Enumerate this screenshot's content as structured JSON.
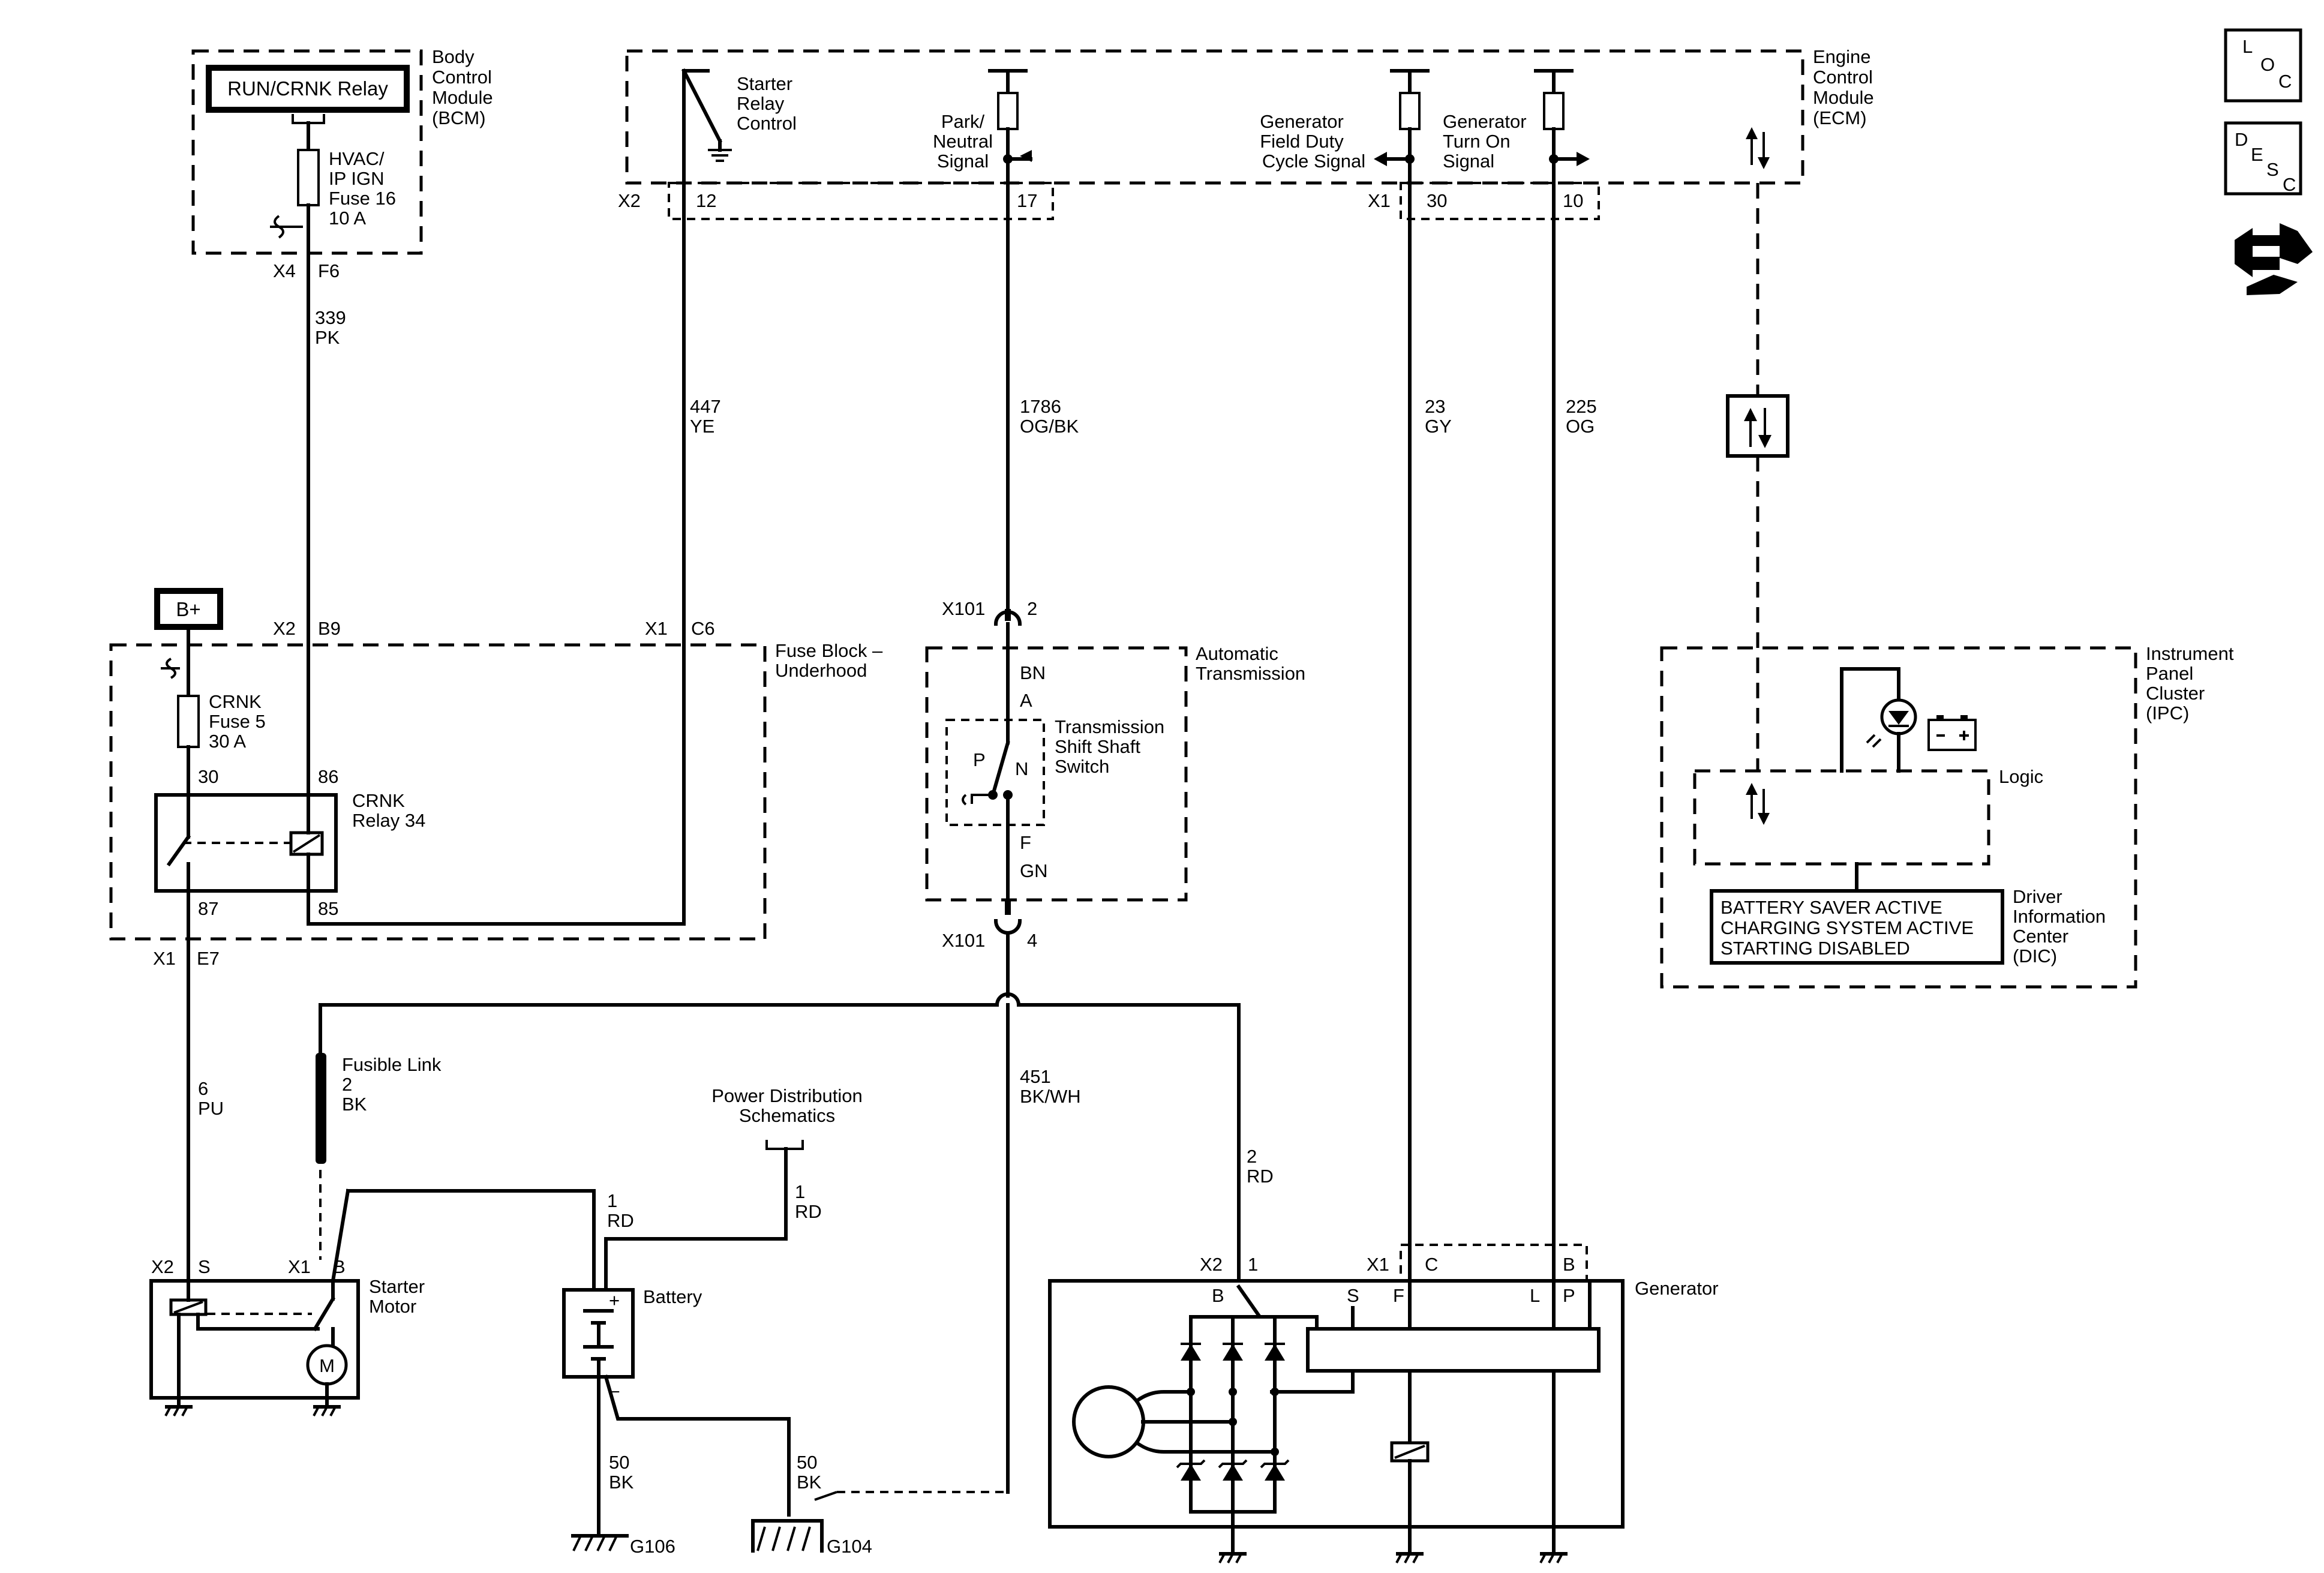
{
  "labels": {
    "bcm_module": [
      "Body",
      "Control",
      "Module",
      "(BCM)"
    ],
    "run_crnk_relay": "RUN/CRNK Relay",
    "hvac_fuse": [
      "HVAC/",
      "IP IGN",
      "Fuse 16",
      "10 A"
    ],
    "bcm_x4": "X4",
    "bcm_f6": "F6",
    "w339": [
      "339",
      "PK"
    ],
    "ecm_module": [
      "Engine",
      "Control",
      "Module",
      "(ECM)"
    ],
    "starter_relay_control": [
      "Starter",
      "Relay",
      "Control"
    ],
    "park_neutral": [
      "Park/",
      "Neutral",
      "Signal"
    ],
    "gen_field": [
      "Generator",
      "Field Duty",
      "Cycle Signal"
    ],
    "gen_turn_on": [
      "Generator",
      "Turn On",
      "Signal"
    ],
    "ecm_x2": "X2",
    "ecm_p12": "12",
    "ecm_p17": "17",
    "ecm_x1": "X1",
    "ecm_p30": "30",
    "ecm_p10": "10",
    "w447": [
      "447",
      "YE"
    ],
    "w1786": [
      "1786",
      "OG/BK"
    ],
    "w23": [
      "23",
      "GY"
    ],
    "w225": [
      "225",
      "OG"
    ],
    "bplus": "B+",
    "fb_x2": "X2",
    "fb_b9": "B9",
    "fb_x1": "X1",
    "fb_c6": "C6",
    "fuse_block": [
      "Fuse Block –",
      "Underhood"
    ],
    "crnk_fuse": [
      "CRNK",
      "Fuse 5",
      "30 A"
    ],
    "p30": "30",
    "p86": "86",
    "crnk_relay": [
      "CRNK",
      "Relay 34"
    ],
    "p87": "87",
    "p85": "85",
    "fb_x1b": "X1",
    "fb_e7": "E7",
    "x101_top": "X101",
    "x101_top_pin": "2",
    "bn": "BN",
    "pin_a": "A",
    "auto_trans": [
      "Automatic",
      "Transmission"
    ],
    "trans_switch": [
      "Transmission",
      "Shift Shaft",
      "Switch"
    ],
    "sw_p": "P",
    "sw_n": "N",
    "pin_f": "F",
    "gn": "GN",
    "x101_bot": "X101",
    "x101_bot_pin": "4",
    "ipc": [
      "Instrument",
      "Panel",
      "Cluster",
      "(IPC)"
    ],
    "logic": "Logic",
    "dic_msgs": [
      "BATTERY SAVER ACTIVE",
      "CHARGING SYSTEM ACTIVE",
      "STARTING DISABLED"
    ],
    "dic": [
      "Driver",
      "Information",
      "Center",
      "(DIC)"
    ],
    "fusible_link": [
      "Fusible Link",
      "2",
      "BK"
    ],
    "w6": [
      "6",
      "PU"
    ],
    "pds": [
      "Power Distribution",
      "Schematics"
    ],
    "w451": [
      "451",
      "BK/WH"
    ],
    "w2rd_gen": [
      "2",
      "RD"
    ],
    "w1rd_a": [
      "1",
      "RD"
    ],
    "w1rd_b": [
      "1",
      "RD"
    ],
    "sm_x2": "X2",
    "sm_s": "S",
    "sm_x1": "X1",
    "sm_b": "B",
    "starter_motor": [
      "Starter",
      "Motor"
    ],
    "motor_m": "M",
    "battery": "Battery",
    "bat_plus": "+",
    "bat_minus": "–",
    "w50a": [
      "50",
      "BK"
    ],
    "w50b": [
      "50",
      "BK"
    ],
    "g106": "G106",
    "g104": "G104",
    "gen_x2": "X2",
    "gen_p1": "1",
    "gen_x1": "X1",
    "gen_c": "C",
    "gen_b_top": "B",
    "generator": "Generator",
    "gen_b": "B",
    "gen_s": "S",
    "gen_f": "F",
    "gen_l": "L",
    "gen_p": "P",
    "loc": [
      "L",
      "O",
      "C"
    ],
    "desc": [
      "D",
      "E",
      "S",
      "C"
    ]
  },
  "icons": {
    "loc_icon": "loc-icon",
    "desc_icon": "desc-icon",
    "connector_icon": "connector-icon",
    "serial_data_icon": "serial-data-icon",
    "battery_indicator_icon": "battery-indicator-icon",
    "lamp_icon": "lamp-icon"
  }
}
